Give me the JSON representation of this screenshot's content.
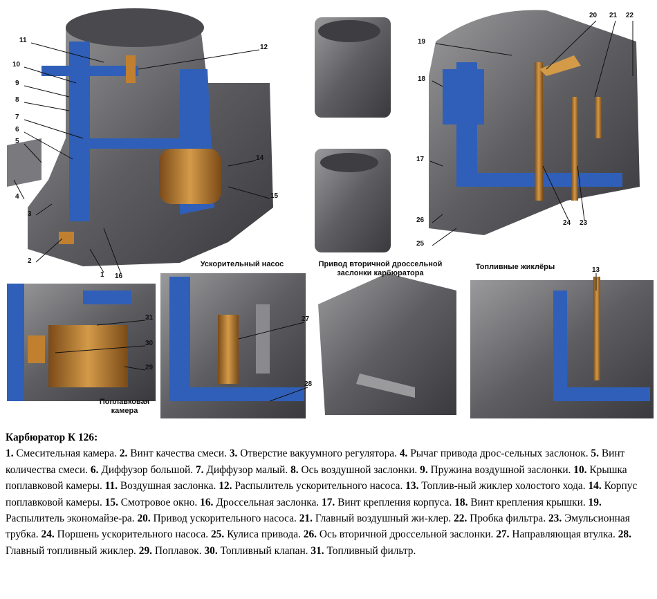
{
  "diagram": {
    "panel_captions": {
      "accelerator_pump": "Ускорительный насос",
      "secondary_throttle_drive": "Привод вторичной дроссельной заслонки карбюратора",
      "fuel_jets": "Топливные жиклёры",
      "float_chamber": "Поплавковая камера"
    },
    "callouts": [
      "1",
      "2",
      "3",
      "4",
      "5",
      "6",
      "7",
      "8",
      "9",
      "10",
      "11",
      "12",
      "13",
      "14",
      "15",
      "16",
      "17",
      "18",
      "19",
      "20",
      "21",
      "22",
      "23",
      "24",
      "25",
      "26",
      "27",
      "28",
      "29",
      "30",
      "31"
    ],
    "colors": {
      "section_blue": "#2f5fb8",
      "metal_gray": "#6e6e70",
      "brass": "#b8782a"
    }
  },
  "caption": {
    "title": "Карбюратор К 126:",
    "items": [
      {
        "num": "1.",
        "text": "Смесительная камера."
      },
      {
        "num": "2.",
        "text": "Винт качества смеси."
      },
      {
        "num": "3.",
        "text": "Отверстие вакуумного регулятора."
      },
      {
        "num": "4.",
        "text": "Рычаг привода дрос-сельных заслонок."
      },
      {
        "num": "5.",
        "text": "Винт количества смеси."
      },
      {
        "num": "6.",
        "text": "Диффузор большой."
      },
      {
        "num": "7.",
        "text": "Диффузор малый."
      },
      {
        "num": "8.",
        "text": "Ось воздушной заслонки."
      },
      {
        "num": "9.",
        "text": "Пружина воздушной заслонки."
      },
      {
        "num": "10.",
        "text": "Крышка поплавковой камеры."
      },
      {
        "num": "11.",
        "text": "Воздушная заслонка."
      },
      {
        "num": "12.",
        "text": "Распылитель ускорительного насоса."
      },
      {
        "num": "13.",
        "text": "Топлив-ный жиклер холостого хода."
      },
      {
        "num": "14.",
        "text": "Корпус поплавковой камеры."
      },
      {
        "num": "15.",
        "text": "Смотровое окно."
      },
      {
        "num": "16.",
        "text": "Дроссельная заслонка."
      },
      {
        "num": "17.",
        "text": "Винт крепления корпуса."
      },
      {
        "num": "18.",
        "text": "Винт крепления крышки."
      },
      {
        "num": "19.",
        "text": "Распылитель экономайзе-ра."
      },
      {
        "num": "20.",
        "text": "Привод ускорительного насоса."
      },
      {
        "num": "21.",
        "text": "Главный воздушный жи-клер."
      },
      {
        "num": "22.",
        "text": "Пробка фильтра."
      },
      {
        "num": "23.",
        "text": "Эмульсионная трубка."
      },
      {
        "num": "24.",
        "text": "Поршень ускорительного насоса."
      },
      {
        "num": "25.",
        "text": "Кулиса привода."
      },
      {
        "num": "26.",
        "text": "Ось вторичной дроссельной заслонки."
      },
      {
        "num": "27.",
        "text": "Направляющая втулка."
      },
      {
        "num": "28.",
        "text": "Главный топливный жиклер."
      },
      {
        "num": "29.",
        "text": "Поплавок."
      },
      {
        "num": "30.",
        "text": "Топливный клапан."
      },
      {
        "num": "31.",
        "text": "Топливный фильтр."
      }
    ]
  }
}
